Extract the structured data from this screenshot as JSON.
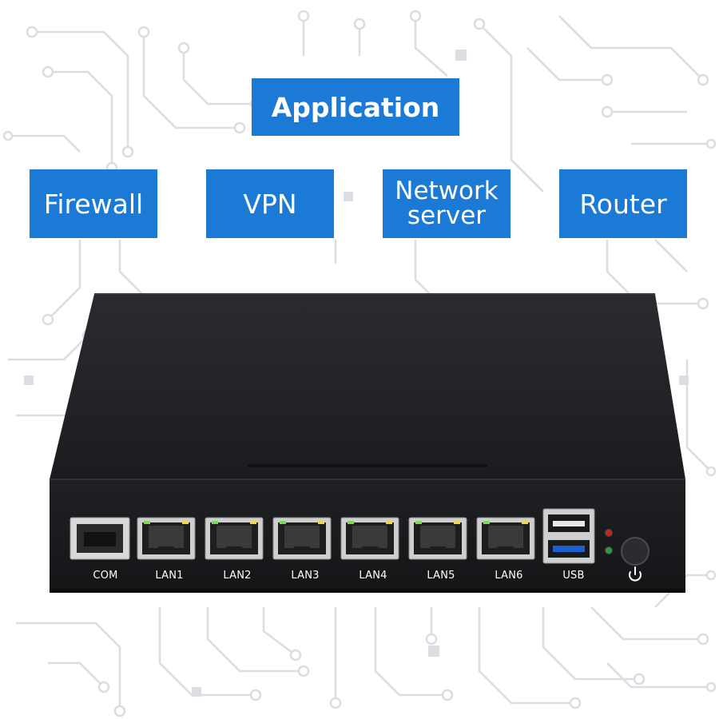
{
  "application_label": "Application",
  "use_cases": {
    "firewall": "Firewall",
    "vpn": "VPN",
    "network_server": "Network\nserver",
    "router": "Router"
  },
  "ports": {
    "com": "COM",
    "lan1": "LAN1",
    "lan2": "LAN2",
    "lan3": "LAN3",
    "lan4": "LAN4",
    "lan5": "LAN5",
    "lan6": "LAN6",
    "usb": "USB"
  },
  "colors": {
    "label_background": "#1a7ad6",
    "device_body": "#1c1d20",
    "usb3_blue": "#1e5fcf",
    "led_red": "#c0281e",
    "led_green": "#2c9a3a",
    "port_led_green": "#7ed957",
    "port_led_yellow": "#f2d64b"
  },
  "icons": {
    "power": "power-icon"
  }
}
